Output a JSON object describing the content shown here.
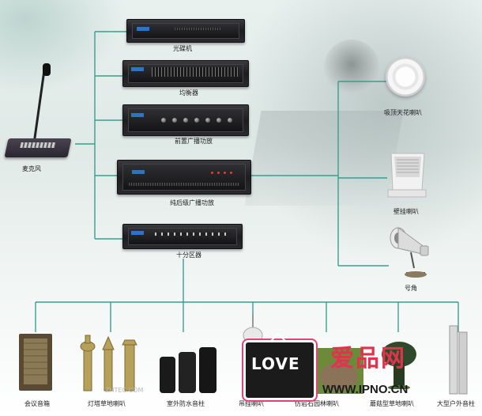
{
  "nodes": {
    "cd_player": "光碟机",
    "equalizer": "均衡器",
    "preamp": "前置广播功放",
    "power_amp": "纯后级广播功放",
    "zone_selector": "十分区器",
    "microphone": "麦克风",
    "ceiling_speaker": "吸顶天花喇叭",
    "wall_speaker": "壁挂喇叭",
    "horn": "号角"
  },
  "bottom_speakers": [
    "会议音箱",
    "灯塔草地喇叭",
    "室外防水音柱",
    "吊挂喇叭",
    "仿岩石园林喇叭",
    "蘑菇型草地喇叭",
    "大型户外音柱"
  ],
  "watermark": {
    "badge": "LOVE",
    "brand": "爱品网",
    "url": "WWW.IPNO.CN",
    "small": "ZHTEC.COM"
  },
  "colors": {
    "line": "#3a9e8f",
    "accent_blue": "#2d74c9",
    "brand_red": "#e0334d"
  }
}
